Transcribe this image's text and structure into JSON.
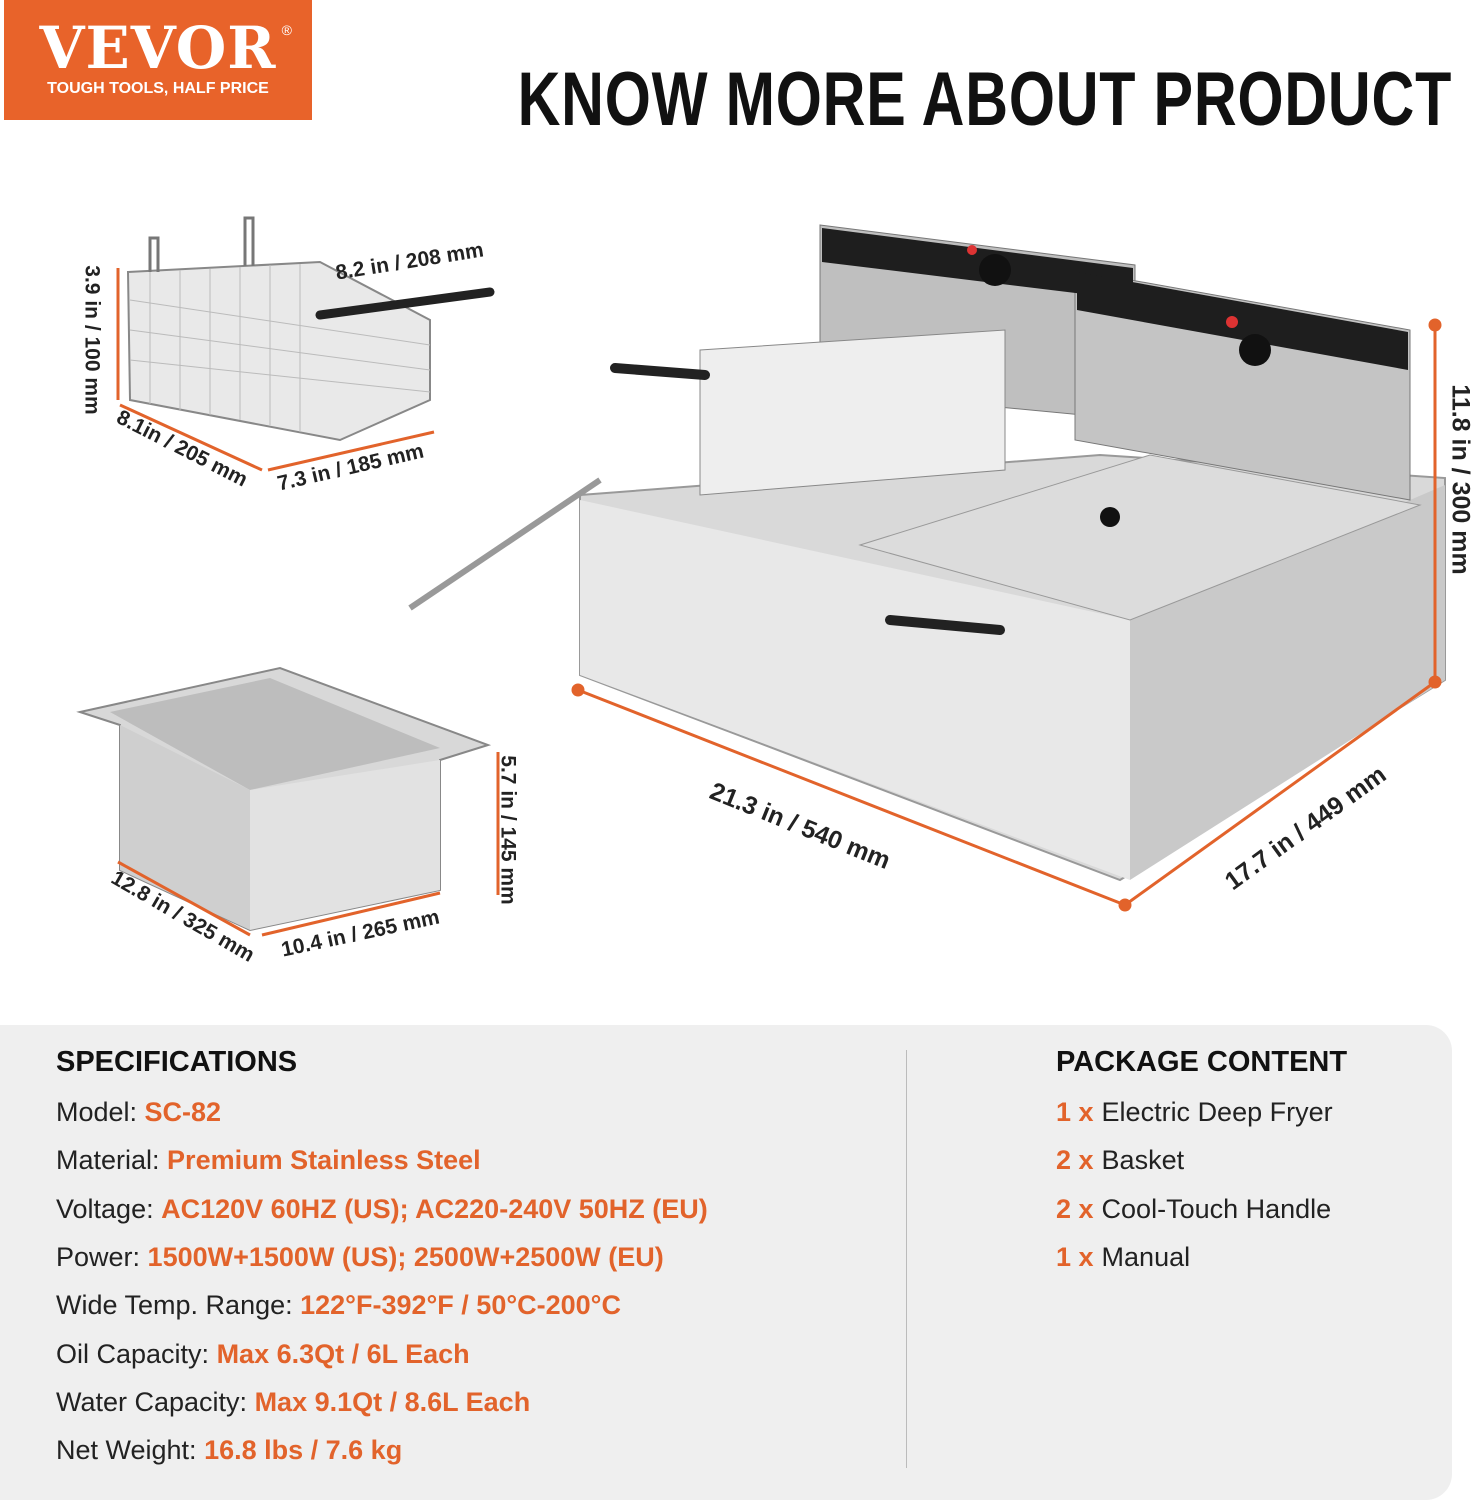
{
  "logo": {
    "brand": "VEVOR",
    "registered": "®",
    "tagline": "TOUGH TOOLS, HALF PRICE"
  },
  "headline": "KNOW MORE ABOUT PRODUCT",
  "colors": {
    "accent": "#e8632a",
    "panel": "#efefef"
  },
  "dimensions": {
    "basket_length": "8.2 in / 208 mm",
    "basket_height": "3.9 in / 100 mm",
    "basket_depth": "8.1in / 205 mm",
    "basket_width": "7.3 in / 185 mm",
    "pot_height": "5.7 in / 145 mm",
    "pot_length": "12.8 in / 325 mm",
    "pot_width": "10.4 in / 265 mm",
    "fryer_width": "21.3 in / 540 mm",
    "fryer_depth": "17.7 in / 449 mm",
    "fryer_height": "11.8 in / 300 mm"
  },
  "specifications": {
    "title": "SPECIFICATIONS",
    "rows": [
      {
        "label": "Model: ",
        "value": "SC-82"
      },
      {
        "label": "Material: ",
        "value": "Premium Stainless Steel"
      },
      {
        "label": "Voltage: ",
        "value": "AC120V 60HZ (US); AC220-240V 50HZ (EU)"
      },
      {
        "label": "Power: ",
        "value": "1500W+1500W (US); 2500W+2500W (EU)"
      },
      {
        "label": "Wide Temp. Range: ",
        "value": "122°F-392°F / 50°C-200°C"
      },
      {
        "label": "Oil Capacity: ",
        "value": "Max 6.3Qt / 6L Each"
      },
      {
        "label": "Water Capacity: ",
        "value": "Max 9.1Qt / 8.6L Each"
      },
      {
        "label": "Net Weight: ",
        "value": "16.8 lbs / 7.6 kg"
      }
    ]
  },
  "package": {
    "title": "PACKAGE CONTENT",
    "items": [
      {
        "qty": "1 x",
        "name": "Electric Deep Fryer"
      },
      {
        "qty": "2 x",
        "name": "Basket"
      },
      {
        "qty": "2 x",
        "name": "Cool-Touch Handle"
      },
      {
        "qty": "1 x",
        "name": "Manual"
      }
    ]
  }
}
